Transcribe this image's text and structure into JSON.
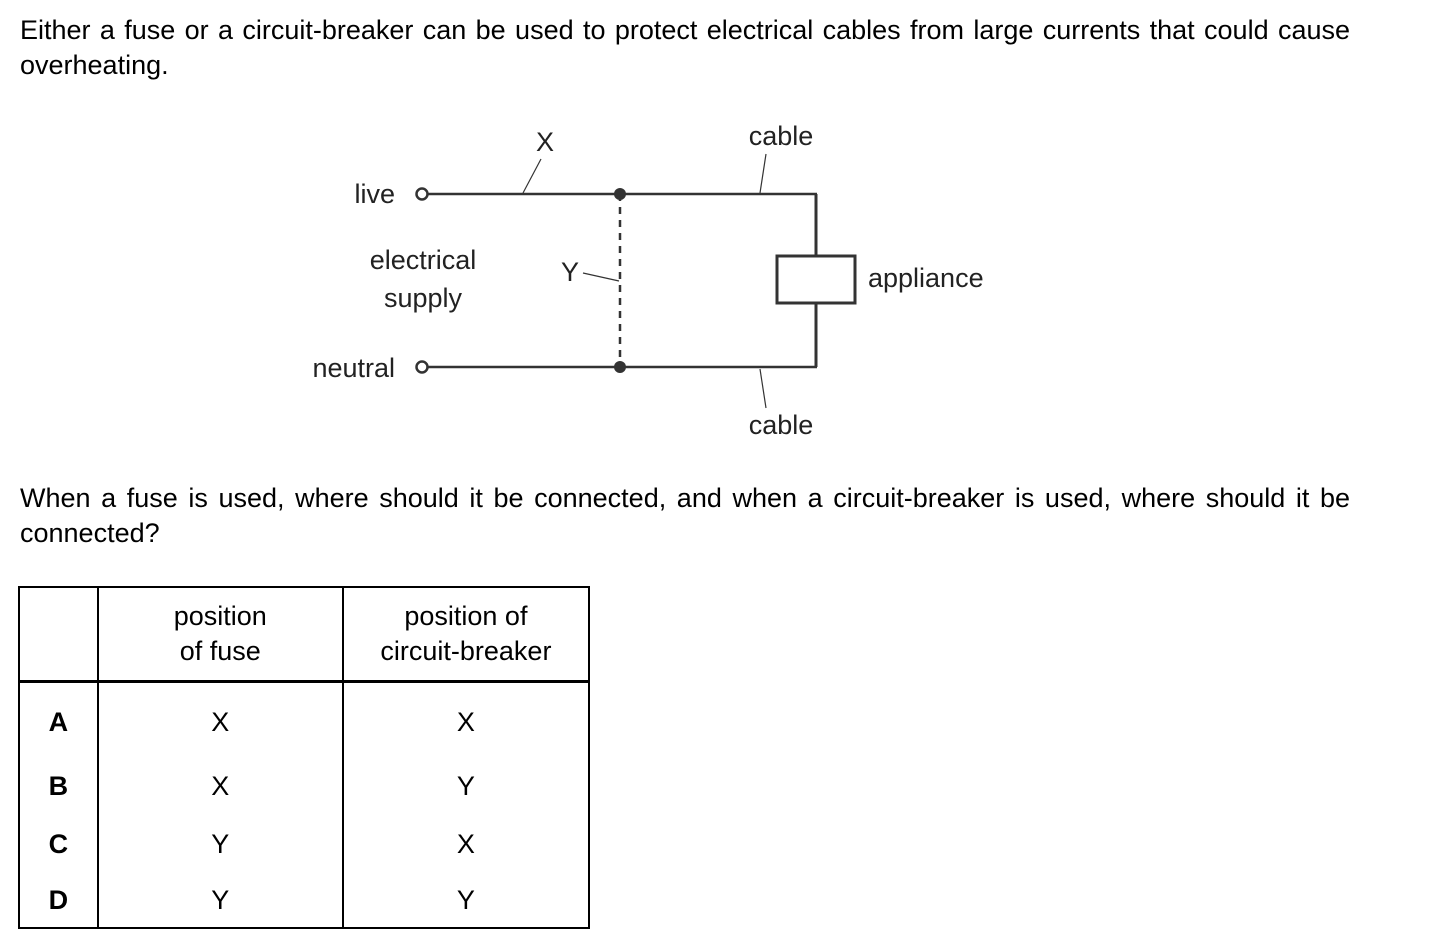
{
  "intro": "Either a fuse or a circuit-breaker can be used to protect electrical cables from large currents that could cause overheating.",
  "diagram": {
    "labels": {
      "live": "live",
      "neutral": "neutral",
      "supply_line1": "electrical",
      "supply_line2": "supply",
      "x": "X",
      "y": "Y",
      "cable_top": "cable",
      "cable_bottom": "cable",
      "appliance": "appliance"
    },
    "icons": {
      "terminal": "open-circle-terminal",
      "junction": "filled-dot-junction",
      "appliance": "rectangle-component"
    }
  },
  "question": "When a fuse is used, where should it be connected, and when a circuit-breaker is used, where should it be connected?",
  "table": {
    "headers": {
      "letter": "",
      "fuse_line1": "position",
      "fuse_line2": "of fuse",
      "cb_line1": "position of",
      "cb_line2": "circuit-breaker"
    },
    "rows": [
      {
        "option": "A",
        "fuse": "X",
        "circuit_breaker": "X"
      },
      {
        "option": "B",
        "fuse": "X",
        "circuit_breaker": "Y"
      },
      {
        "option": "C",
        "fuse": "Y",
        "circuit_breaker": "X"
      },
      {
        "option": "D",
        "fuse": "Y",
        "circuit_breaker": "Y"
      }
    ]
  }
}
